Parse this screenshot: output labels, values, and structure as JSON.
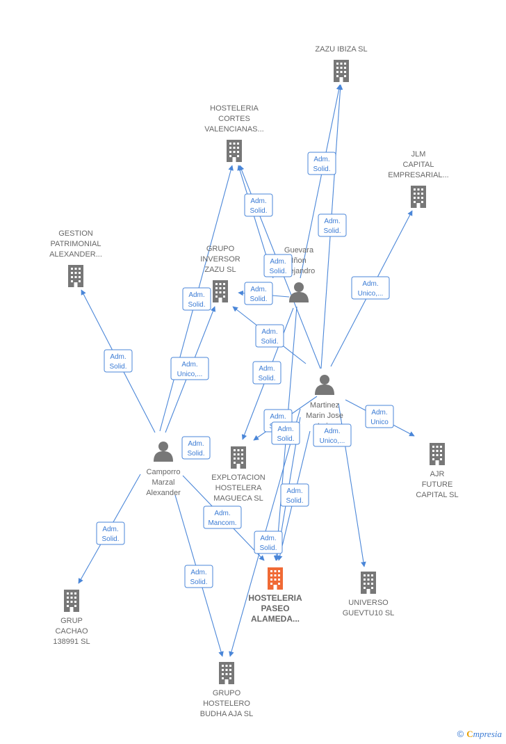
{
  "colors": {
    "edge": "#4a86d8",
    "company": "#777777",
    "main_company": "#f06a35",
    "person": "#777777"
  },
  "nodes": [
    {
      "id": "zazu",
      "kind": "company",
      "label": [
        "ZAZU IBIZA  SL"
      ]
    },
    {
      "id": "cortes",
      "kind": "company",
      "label": [
        "HOSTELERIA",
        "CORTES",
        "VALENCIANAS..."
      ]
    },
    {
      "id": "jlm",
      "kind": "company",
      "label": [
        "JLM",
        "CAPITAL",
        "EMPRESARIAL..."
      ]
    },
    {
      "id": "gestion",
      "kind": "company",
      "label": [
        "GESTION",
        "PATRIMONIAL",
        "ALEXANDER..."
      ]
    },
    {
      "id": "inversor",
      "kind": "company",
      "label": [
        "GRUPO",
        "INVERSOR",
        "ZAZU  SL"
      ]
    },
    {
      "id": "guevara",
      "kind": "person",
      "label": [
        "Guevara",
        "Iñon",
        "Alejandro"
      ]
    },
    {
      "id": "martinez",
      "kind": "person",
      "label": [
        "Martinez",
        "Marin Jose",
        "Luis"
      ]
    },
    {
      "id": "camporro",
      "kind": "person",
      "label": [
        "Camporro",
        "Marzal",
        "Alexander"
      ]
    },
    {
      "id": "explotacion",
      "kind": "company",
      "label": [
        "EXPLOTACION",
        "HOSTELERA",
        "MAGUECA  SL"
      ]
    },
    {
      "id": "ajr",
      "kind": "company",
      "label": [
        "AJR",
        "FUTURE",
        "CAPITAL  SL"
      ]
    },
    {
      "id": "paseo",
      "kind": "main",
      "label": [
        "HOSTELERIA",
        "PASEO",
        "ALAMEDA..."
      ]
    },
    {
      "id": "universo",
      "kind": "company",
      "label": [
        "UNIVERSO",
        "GUEVTU10  SL"
      ]
    },
    {
      "id": "cachao",
      "kind": "company",
      "label": [
        "GRUP",
        "CACHAO",
        "138991  SL"
      ]
    },
    {
      "id": "budha",
      "kind": "company",
      "label": [
        "GRUPO",
        "HOSTELERO",
        "BUDHA AJA  SL"
      ]
    }
  ],
  "tags": [
    {
      "lines": [
        "Adm.",
        "Solid."
      ]
    },
    {
      "lines": [
        "Adm.",
        "Solid."
      ]
    },
    {
      "lines": [
        "Adm.",
        "Solid."
      ]
    },
    {
      "lines": [
        "Adm.",
        "Unico,..."
      ]
    },
    {
      "lines": [
        "Adm.",
        "Solid."
      ]
    },
    {
      "lines": [
        "Adm.",
        "Solid."
      ]
    },
    {
      "lines": [
        "Adm.",
        "Solid."
      ]
    },
    {
      "lines": [
        "Adm.",
        "Solid."
      ]
    },
    {
      "lines": [
        "Adm.",
        "Unico,..."
      ]
    },
    {
      "lines": [
        "Adm.",
        "Solid."
      ]
    },
    {
      "lines": [
        "Adm.",
        "Solid."
      ]
    },
    {
      "lines": [
        "Adm.",
        "Solid."
      ]
    },
    {
      "lines": [
        "Adm.",
        "Solid."
      ]
    },
    {
      "lines": [
        "Adm.",
        "Unico"
      ]
    },
    {
      "lines": [
        "Adm.",
        "Unico,..."
      ]
    },
    {
      "lines": [
        "Adm.",
        "Solid."
      ]
    },
    {
      "lines": [
        "Adm.",
        "Solid."
      ]
    },
    {
      "lines": [
        "Adm.",
        "Mancom."
      ]
    },
    {
      "lines": [
        "Adm.",
        "Solid."
      ]
    },
    {
      "lines": [
        "Adm.",
        "Solid."
      ]
    },
    {
      "lines": [
        "Adm.",
        "Solid."
      ]
    }
  ],
  "brand": {
    "copyright": "©",
    "first": "C",
    "rest": "mpresia"
  }
}
